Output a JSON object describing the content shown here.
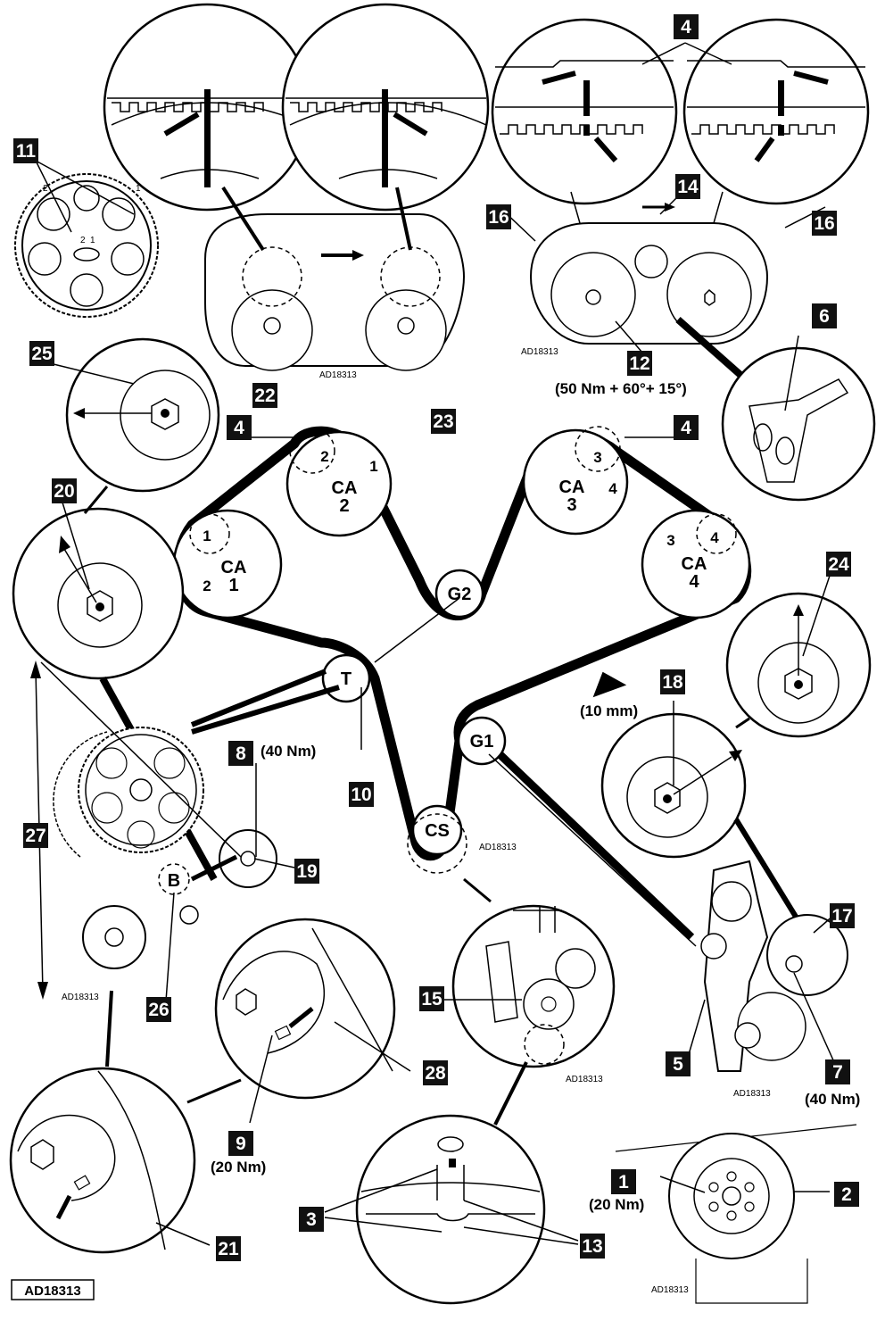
{
  "figure_ref": "AD18313",
  "small_ref": "AD18313",
  "pulleys": {
    "ca1": "CA",
    "ca1_num": "1",
    "ca2": "CA",
    "ca2_num": "2",
    "ca3": "CA",
    "ca3_num": "3",
    "ca4": "CA",
    "ca4_num": "4",
    "g1": "G1",
    "g2": "G2",
    "t": "T",
    "cs": "CS",
    "b": "B"
  },
  "mark_digits": [
    "1",
    "2",
    "2",
    "1",
    "3",
    "4",
    "3",
    "4",
    "2",
    "1",
    "2",
    "1"
  ],
  "callouts": [
    "1",
    "2",
    "3",
    "4",
    "5",
    "6",
    "7",
    "8",
    "9",
    "10",
    "11",
    "12",
    "13",
    "14",
    "15",
    "16",
    "17",
    "18",
    "19",
    "20",
    "21",
    "22",
    "23",
    "24",
    "25",
    "26",
    "27",
    "28"
  ],
  "torques": {
    "t1": "(20 Nm)",
    "t7": "(40 Nm)",
    "t8": "(40 Nm)",
    "t9": "(20 Nm)",
    "t12": "(50 Nm + 60°+ 15°)",
    "gap": "(10 mm)"
  }
}
